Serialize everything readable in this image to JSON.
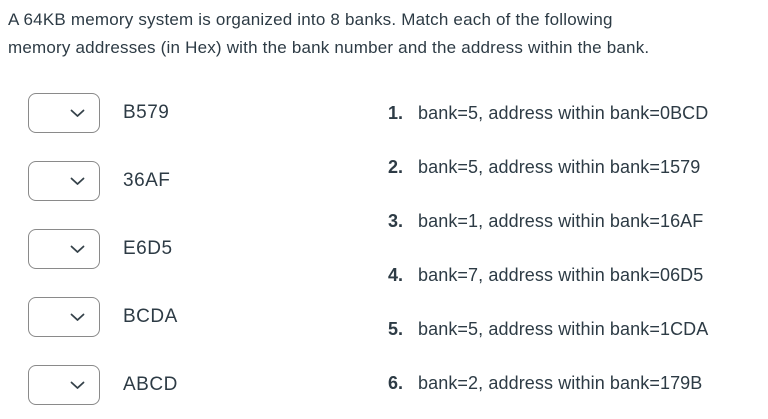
{
  "question": {
    "title_lines": [
      "A 64KB memory system is organized into 8 banks. Match each of the following",
      "memory addresses (in Hex) with the bank number and the address within the bank."
    ]
  },
  "matching": {
    "prompts": [
      {
        "address": "B579",
        "selected": ""
      },
      {
        "address": "36AF",
        "selected": ""
      },
      {
        "address": "E6D5",
        "selected": ""
      },
      {
        "address": "BCDA",
        "selected": ""
      },
      {
        "address": "ABCD",
        "selected": ""
      }
    ],
    "options": [
      {
        "num": "1.",
        "text": "bank=5, address within bank=0BCD"
      },
      {
        "num": "2.",
        "text": "bank=5, address within bank=1579"
      },
      {
        "num": "3.",
        "text": "bank=1, address within bank=16AF"
      },
      {
        "num": "4.",
        "text": "bank=7, address within bank=06D5"
      },
      {
        "num": "5.",
        "text": "bank=5, address within bank=1CDA"
      },
      {
        "num": "6.",
        "text": "bank=2, address within bank=179B"
      }
    ]
  },
  "colors": {
    "text": "#2d3b45",
    "dropdown_border": "#8a8a8a",
    "chevron": "#35424a",
    "background": "#ffffff"
  }
}
